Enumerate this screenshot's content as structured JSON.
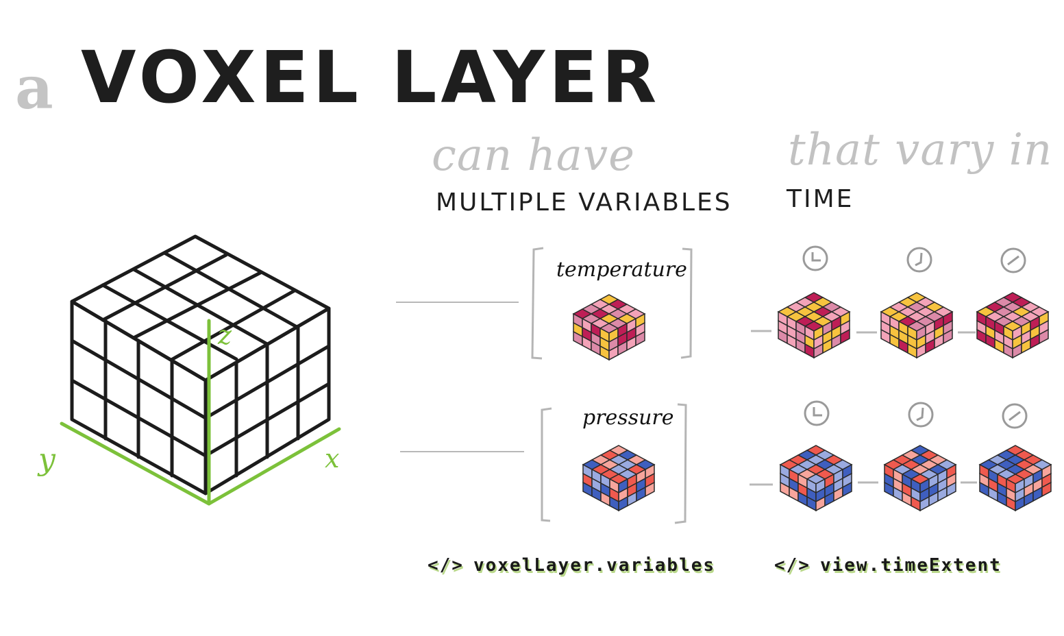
{
  "title": {
    "article": "a",
    "main": "VOXEL LAYER"
  },
  "phrases": {
    "can_have": "can have",
    "that_vary_in": "that vary in"
  },
  "labels": {
    "multiple_variables": "MULTIPLE VARIABLES",
    "time": "TIME"
  },
  "variables": [
    {
      "name": "temperature",
      "palette": [
        "#be1e56",
        "#dc8aa8",
        "#f7c33f",
        "#f3a3b8"
      ]
    },
    {
      "name": "pressure",
      "palette": [
        "#3f5fbf",
        "#9aaae0",
        "#ef5a4f",
        "#f7a59c"
      ]
    }
  ],
  "axes": {
    "x": "x",
    "y": "y",
    "z": "z",
    "axis_color": "#7cc13a"
  },
  "code": {
    "symbol": "</>",
    "variables_api": "voxelLayer.variables",
    "time_api": "view.timeExtent",
    "highlight_color": "#b9d88a"
  },
  "icons": [
    "clock-icon"
  ]
}
